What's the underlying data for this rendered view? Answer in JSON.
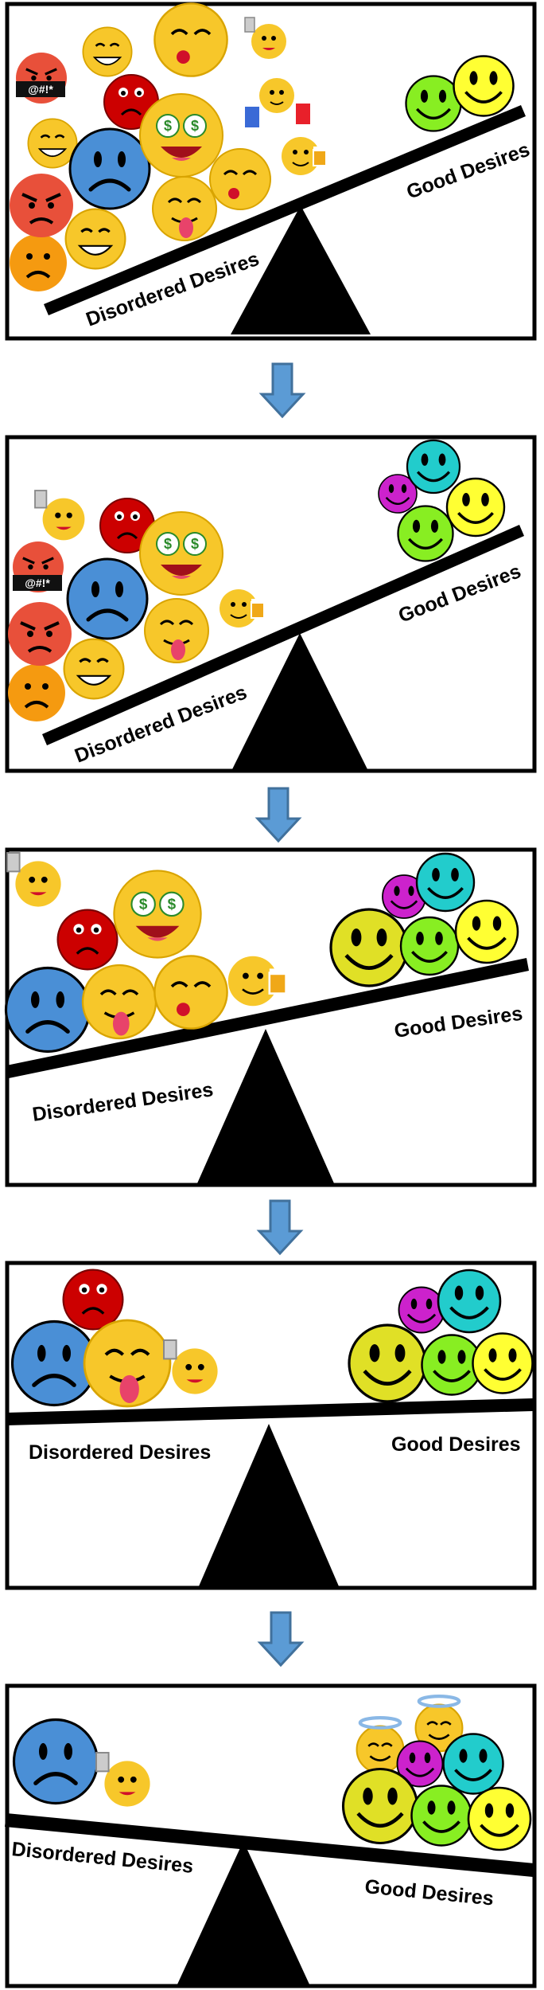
{
  "labels": {
    "disordered": "Disordered Desires",
    "good": "Good Desires"
  },
  "badges": {
    "swear": "@#!*"
  },
  "colors": {
    "arrow": "#5b9bd5",
    "arrow_stroke": "#41719c",
    "frame": "#000000",
    "sad_blue": "#4a8fd6",
    "angry_red": "#cc0000",
    "emoji_yellow": "#f7c72a",
    "smiley_yellow": "#ffff33",
    "smiley_green": "#88ee22",
    "smiley_cyan": "#22cccc",
    "smiley_magenta": "#cc22cc",
    "halo": "#8ab8e6"
  },
  "panels": [
    {
      "name": "panel-1",
      "balance": "tipped-left-heavy"
    },
    {
      "name": "panel-2",
      "balance": "tipped-left"
    },
    {
      "name": "panel-3",
      "balance": "tipped-left-slight"
    },
    {
      "name": "panel-4",
      "balance": "level"
    },
    {
      "name": "panel-5",
      "balance": "tipped-right"
    }
  ]
}
